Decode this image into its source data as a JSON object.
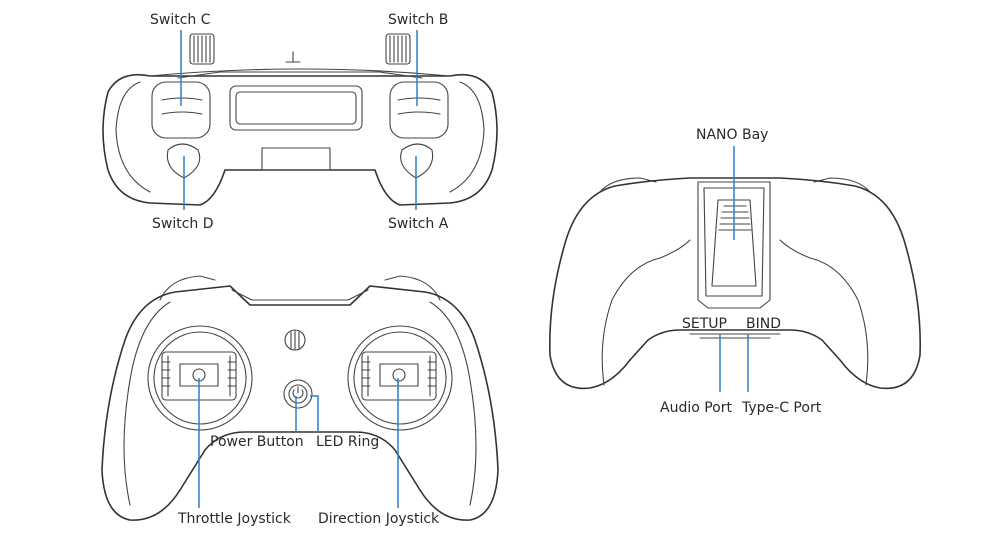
{
  "labels": {
    "switch_c": "Switch C",
    "switch_b": "Switch B",
    "switch_d": "Switch D",
    "switch_a": "Switch A",
    "nano_bay": "NANO Bay",
    "setup": "SETUP",
    "bind": "BIND",
    "audio_port": "Audio Port",
    "type_c_port": "Type-C Port",
    "power_button": "Power Button",
    "led_ring": "LED Ring",
    "throttle_joystick": "Throttle Joystick",
    "direction_joystick": "Direction Joystick"
  },
  "colors": {
    "callout_line": "#2f7fc9",
    "outline": "#333333",
    "label_text": "#2a2a2a"
  }
}
